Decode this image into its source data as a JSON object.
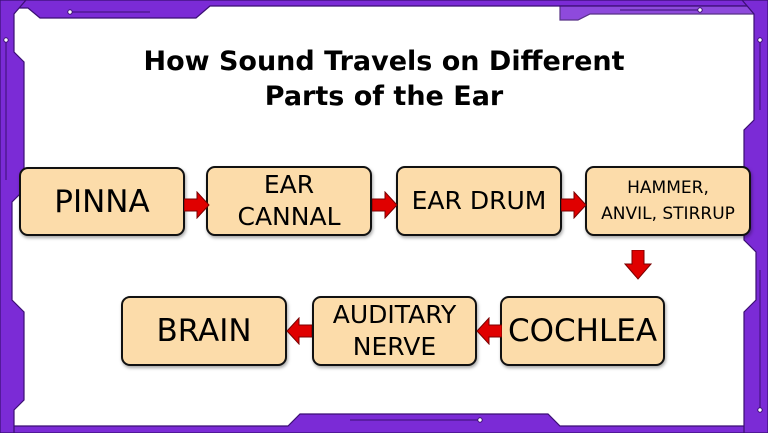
{
  "title_line1": "How Sound Travels on Different",
  "title_line2": "Parts of the Ear",
  "steps": [
    {
      "line1": "PINNA",
      "line2": ""
    },
    {
      "line1": "EAR",
      "line2": "CANNAL"
    },
    {
      "line1": "EAR DRUM",
      "line2": ""
    },
    {
      "line1": "HAMMER,",
      "line2": "ANVIL, STIRRUP"
    },
    {
      "line1": "COCHLEA",
      "line2": ""
    },
    {
      "line1": "AUDITARY",
      "line2": "NERVE"
    },
    {
      "line1": "BRAIN",
      "line2": ""
    }
  ],
  "colors": {
    "box_fill": "#fcdcaa",
    "arrow": "#e00000",
    "frame": "#7b2bd6"
  }
}
